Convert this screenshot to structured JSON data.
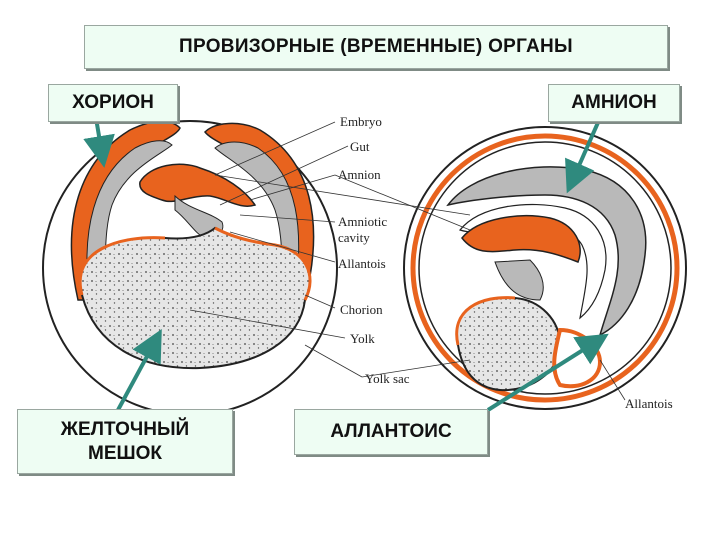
{
  "title": "ПРОВИЗОРНЫЕ  (ВРЕМЕННЫЕ) ОРГАНЫ",
  "boxes": {
    "chorion": "ХОРИОН",
    "amnion": "АМНИОН",
    "yolk_sac_line1": "ЖЕЛТОЧНЫЙ",
    "yolk_sac_line2": "МЕШОК",
    "allantois": "АЛЛАНТОИС"
  },
  "labels": {
    "embryo": "Embryo",
    "gut": "Gut",
    "amnion": "Amnion",
    "amniotic_cavity_line1": "Amniotic",
    "amniotic_cavity_line2": "cavity",
    "allantois": "Allantois",
    "chorion": "Chorion",
    "yolk": "Yolk",
    "yolk_sac": "Yolk sac",
    "allantois_right": "Allantois"
  },
  "colors": {
    "membrane_orange": "#e8631e",
    "arrow_teal": "#2f8a7e",
    "box_fill": "#eefdf3"
  }
}
